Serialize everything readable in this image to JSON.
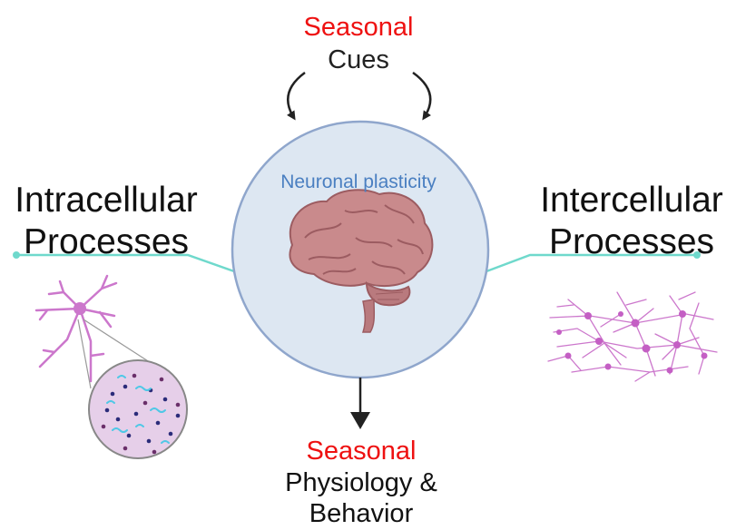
{
  "top_label": {
    "accent": "Seasonal",
    "rest": "Cues"
  },
  "center": {
    "label": "Neuronal plasticity"
  },
  "left": {
    "title_line1": "Intracellular",
    "title_line2": "Processes"
  },
  "right": {
    "title_line1": "Intercellular",
    "title_line2": "Processes"
  },
  "bottom_label": {
    "accent": "Seasonal",
    "rest_line1": "Physiology &",
    "rest_line2": "Behavior"
  },
  "colors": {
    "accent_red": "#ee1111",
    "center_label_blue": "#4a7fc1",
    "circle_fill": "#dde7f2",
    "circle_stroke": "#8fa6cc",
    "connector": "#6fd9cc",
    "neuron": "#cc77cc",
    "brain": "#c98a8c"
  },
  "icons": {
    "center": "brain-icon",
    "left": "neuron-icon",
    "left_zoom": "intracellular-molecules-icon",
    "right": "neuron-network-icon"
  }
}
